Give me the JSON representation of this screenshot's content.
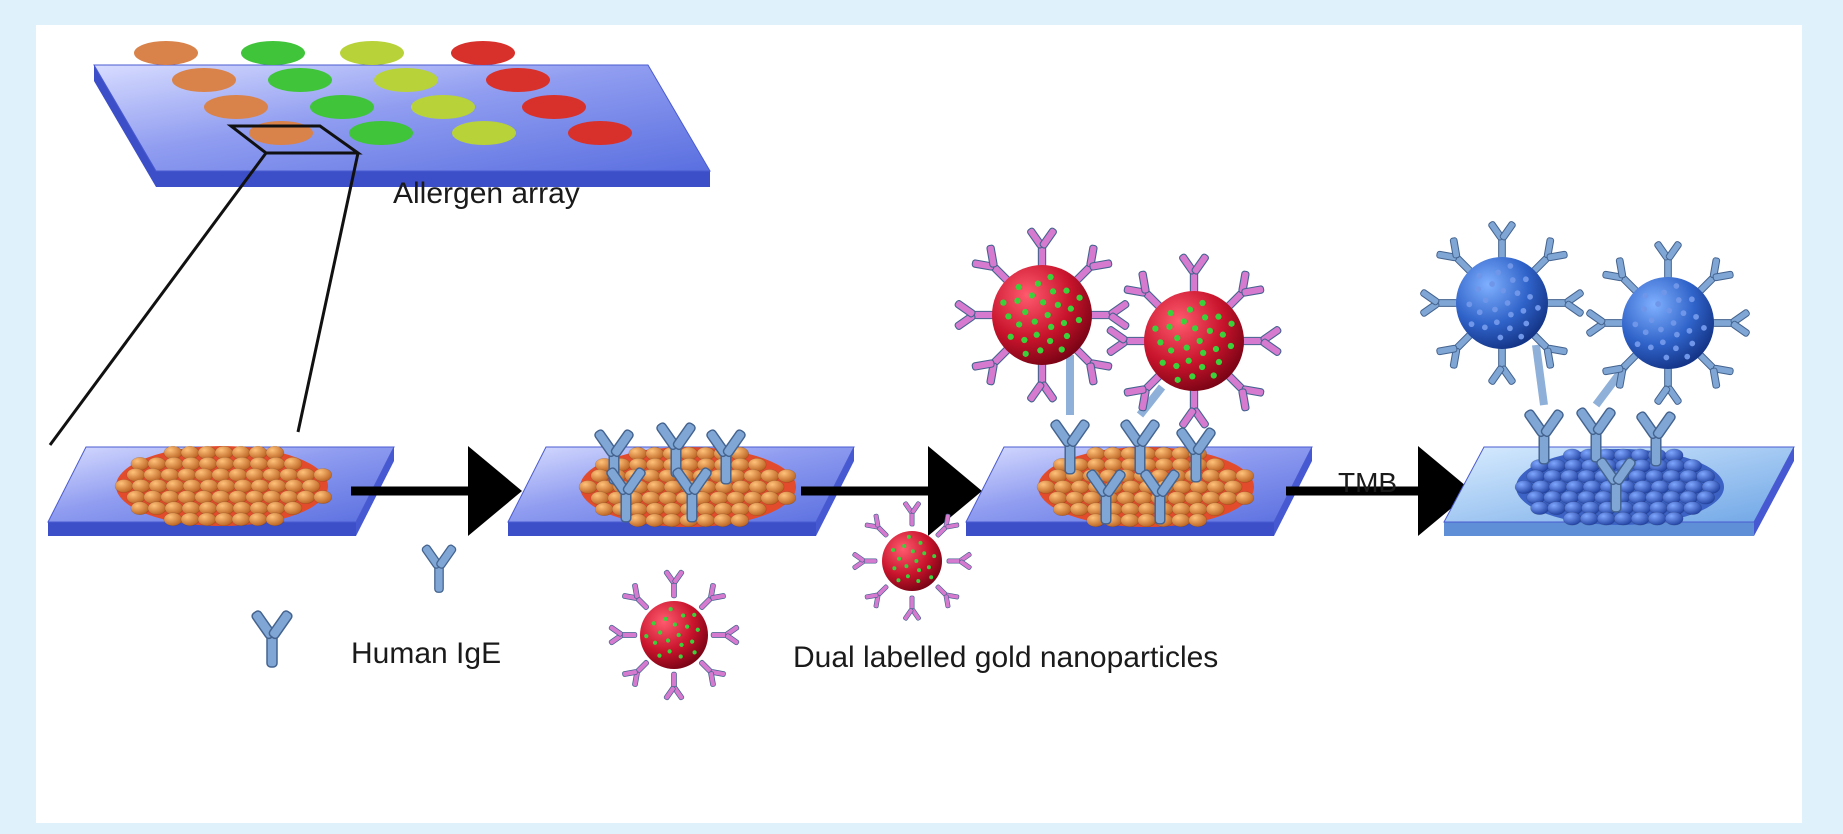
{
  "labels": {
    "allergen_array": "Allergen array",
    "tmb": "TMB",
    "human_ige": "Human IgE",
    "nanoparticles": "Dual labelled gold nanoparticles"
  },
  "colors": {
    "background": "#dff2fb",
    "slide": "#5a6fe0",
    "allergen_orange": "#d9824a",
    "allergen_green": "#3fc43a",
    "allergen_yellowgreen": "#b8d23a",
    "allergen_red": "#d8302a",
    "antibody": "#7fa6d4",
    "gold_nanoparticle": "#c8142c",
    "label_dots": "#3bd13b",
    "label_antibody": "#d67ad0",
    "oxidized_tmb": "#2f62c8",
    "arrow": "#000000"
  }
}
